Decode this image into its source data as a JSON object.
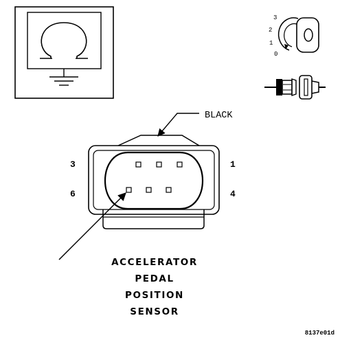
{
  "symbol_box": {
    "symbol": "Ω"
  },
  "ignition": {
    "positions": [
      "3",
      "2",
      "1",
      "0"
    ]
  },
  "connector": {
    "color_label": "BLACK",
    "pin_labels": {
      "p3": "3",
      "p1": "1",
      "p6": "6",
      "p4": "4"
    }
  },
  "component": {
    "title_lines": [
      "ACCELERATOR",
      "PEDAL",
      "POSITION",
      "SENSOR"
    ]
  },
  "figure_code": "8137e01d"
}
